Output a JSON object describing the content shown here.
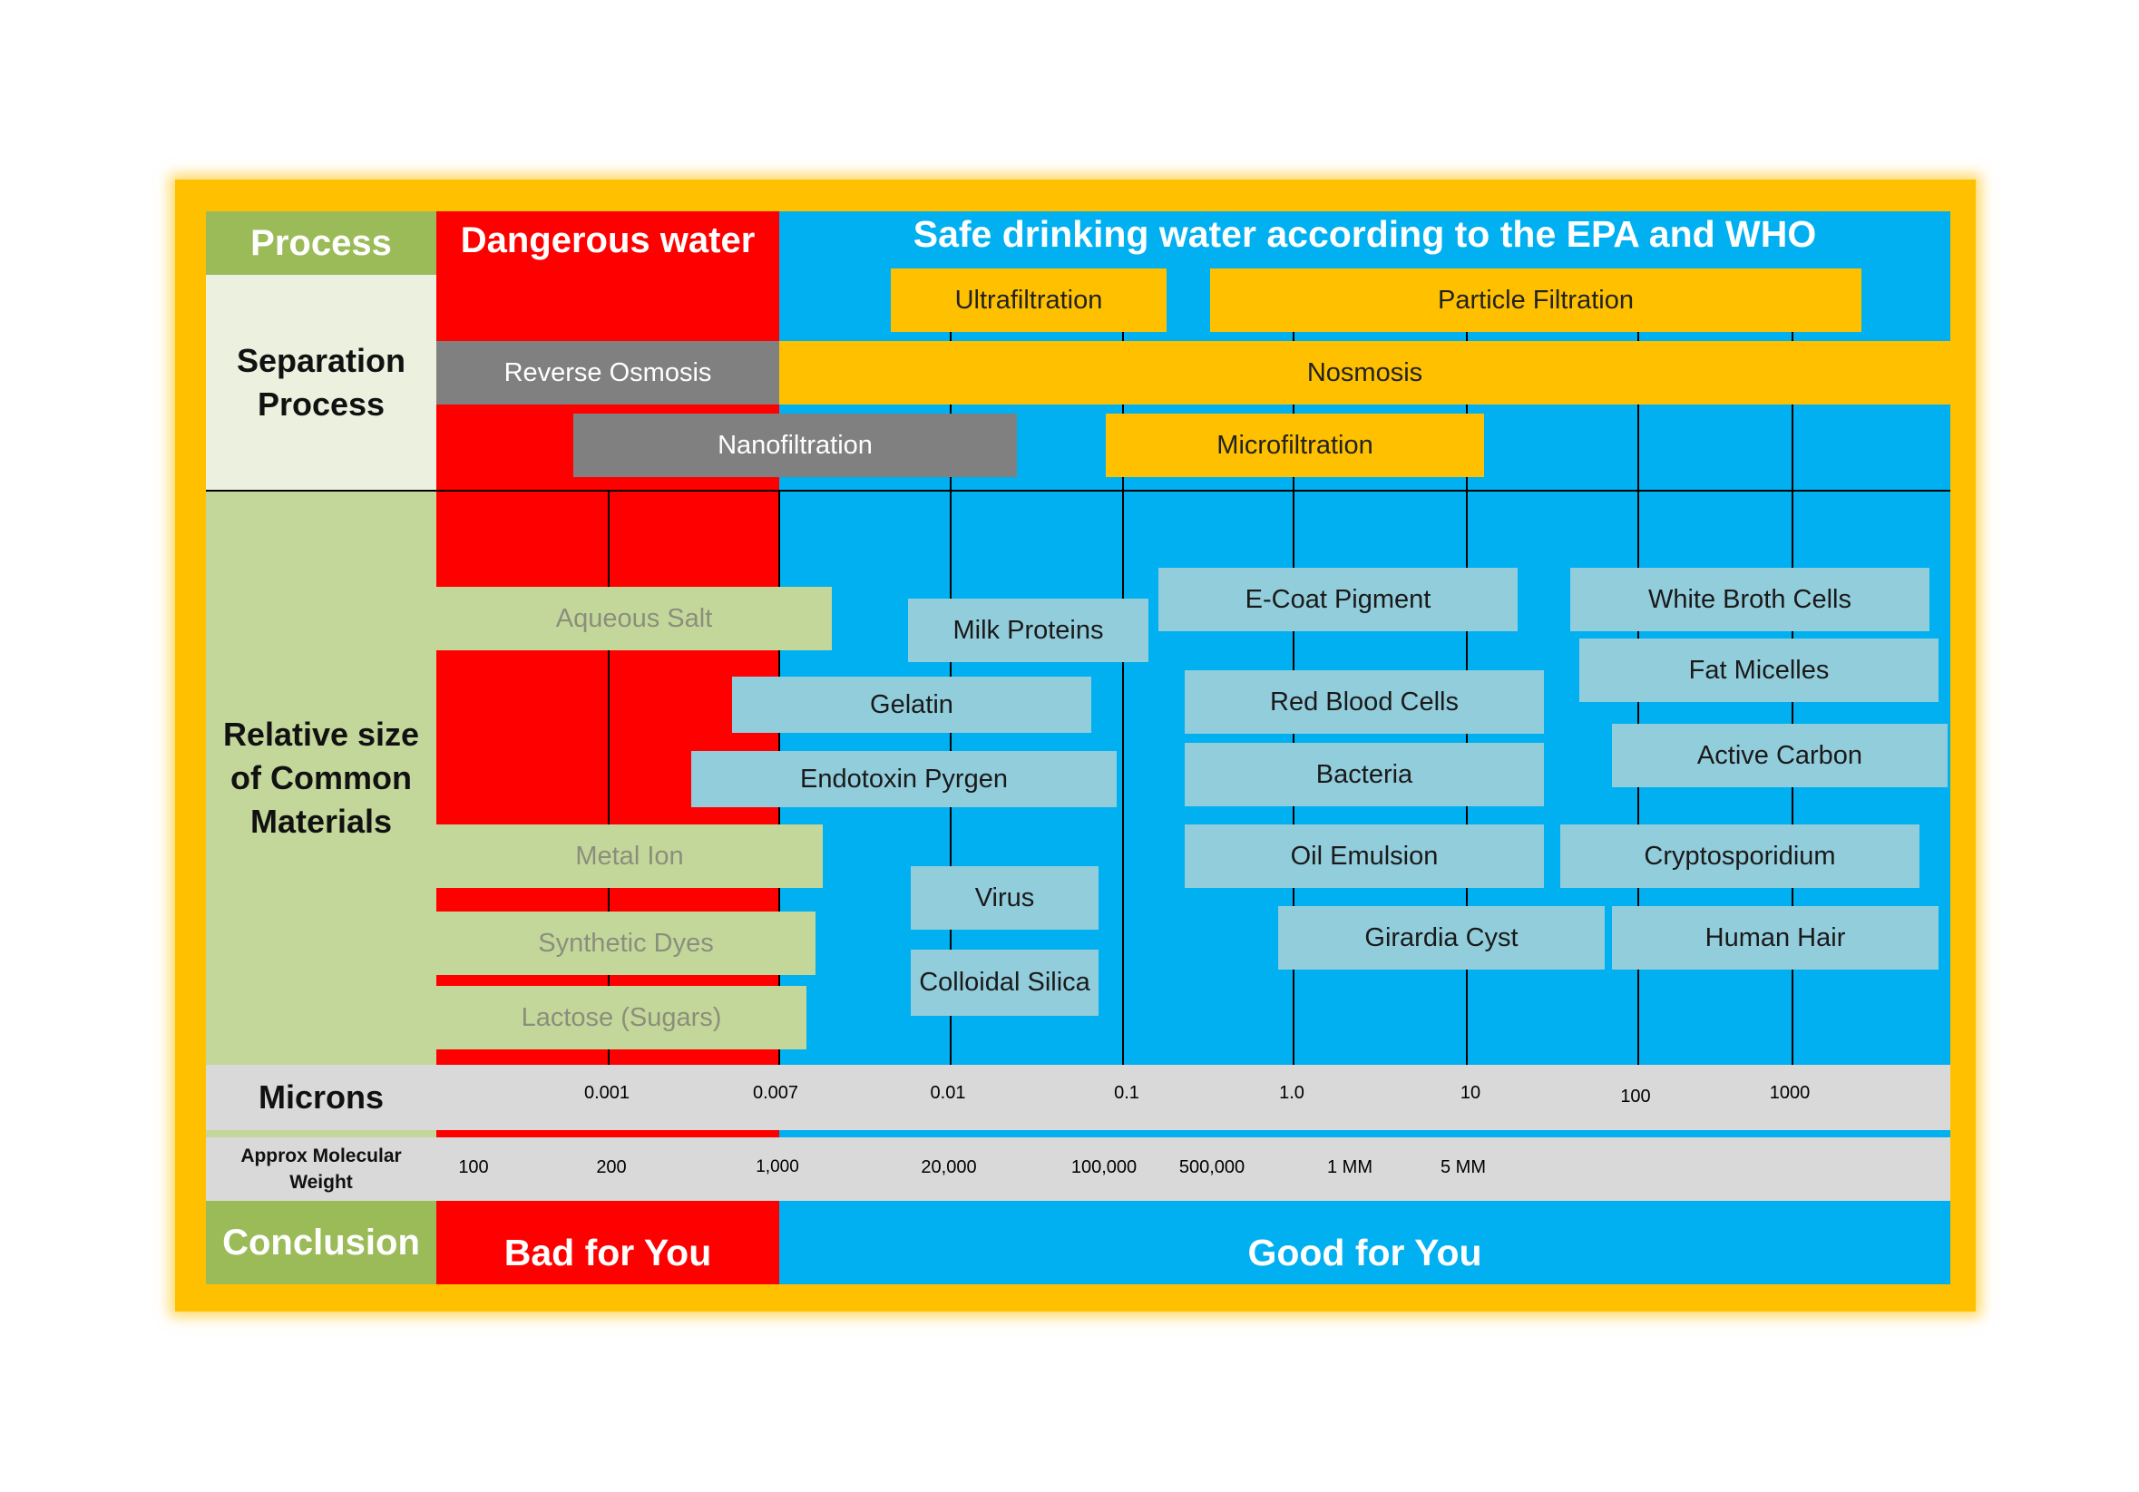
{
  "colors": {
    "frame": "#ffc000",
    "danger": "#ff0000",
    "safe": "#00b0f0",
    "header_green": "#9bbb59",
    "light_green": "#c4d79b",
    "pale_green": "#ebf1de",
    "gray_process": "#808080",
    "yellow_process": "#ffc000",
    "material_blue": "#92cddc",
    "row_gray": "#d9d9d9"
  },
  "labels": {
    "process": "Process",
    "separation_process": "Separation Process",
    "relative_size": "Relative size of Common Materials",
    "microns": "Microns",
    "molecular_weight": "Approx Molecular Weight",
    "conclusion": "Conclusion"
  },
  "headers": {
    "dangerous": "Dangerous water",
    "safe": "Safe drinking water according to the EPA and WHO"
  },
  "conclusions": {
    "bad": "Bad for You",
    "good": "Good for You"
  },
  "processes": {
    "ultrafiltration": "Ultrafiltration",
    "particle_filtration": "Particle Filtration",
    "reverse_osmosis": "Reverse Osmosis",
    "nosmosis": "Nosmosis",
    "nanofiltration": "Nanofiltration",
    "microfiltration": "Microfiltration"
  },
  "materials": {
    "aqueous_salt": "Aqueous Salt",
    "metal_ion": "Metal Ion",
    "synthetic_dyes": "Synthetic Dyes",
    "lactose": "Lactose (Sugars)",
    "milk_proteins": "Milk Proteins",
    "gelatin": "Gelatin",
    "endotoxin": "Endotoxin Pyrgen",
    "virus": "Virus",
    "colloidal_silica": "Colloidal Silica",
    "ecoat": "E-Coat Pigment",
    "red_blood": "Red Blood Cells",
    "bacteria": "Bacteria",
    "oil_emulsion": "Oil Emulsion",
    "girardia": "Girardia Cyst",
    "white_broth": "White Broth Cells",
    "fat_micelles": "Fat Micelles",
    "active_carbon": "Active Carbon",
    "crypto": "Cryptosporidium",
    "human_hair": "Human Hair"
  },
  "microns": [
    "0.001",
    "0.007",
    "0.01",
    "0.1",
    "1.0",
    "10",
    "100",
    "1000"
  ],
  "molecular_weights": [
    "100",
    "200",
    "1,000",
    "20,000",
    "100,000",
    "500,000",
    "1 MM",
    "5 MM"
  ]
}
